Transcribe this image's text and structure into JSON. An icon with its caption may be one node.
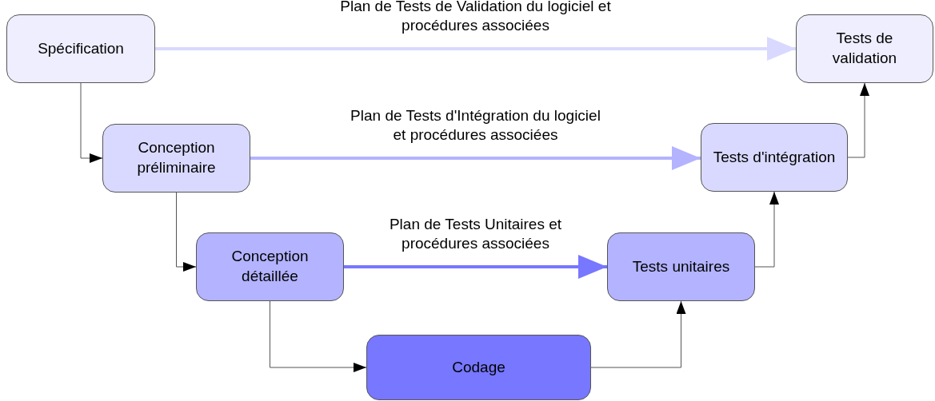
{
  "diagram": {
    "nodes": [
      {
        "text": [
          "Spécification"
        ]
      },
      {
        "text": [
          "Tests de validation"
        ]
      },
      {
        "text": [
          "Conception préliminaire"
        ]
      },
      {
        "text": [
          "Tests d'intégration"
        ]
      },
      {
        "text": [
          "Conception détaillée"
        ]
      },
      {
        "text": [
          "Tests unitaires"
        ]
      },
      {
        "text": [
          "Codage"
        ]
      }
    ],
    "edges": [
      {
        "from": 0,
        "to": 2,
        "arrow": "to"
      },
      {
        "from": 2,
        "to": 4,
        "arrow": "to"
      },
      {
        "from": 4,
        "to": 6,
        "arrow": "to"
      },
      {
        "from": 6,
        "to": 5,
        "arrow": "to"
      },
      {
        "from": 5,
        "to": 3,
        "arrow": "to"
      },
      {
        "from": 3,
        "to": 1,
        "arrow": "to"
      },
      {
        "from": 0,
        "to": 1,
        "arrow": "to",
        "label": "Plan de Tests de Validation du logiciel et procédures associées",
        "style": "thick",
        "color": "#d9d9ff"
      },
      {
        "from": 2,
        "to": 3,
        "arrow": "to",
        "label": "Plan de Tests d'Intégration du logiciel et procédures associées",
        "style": "thick",
        "color": "#b3b3ff"
      },
      {
        "from": 4,
        "to": 5,
        "arrow": "to",
        "label": "Plan de Tests Unitaires et procédures associées",
        "style": "thick",
        "color": "#7777ff"
      }
    ]
  }
}
